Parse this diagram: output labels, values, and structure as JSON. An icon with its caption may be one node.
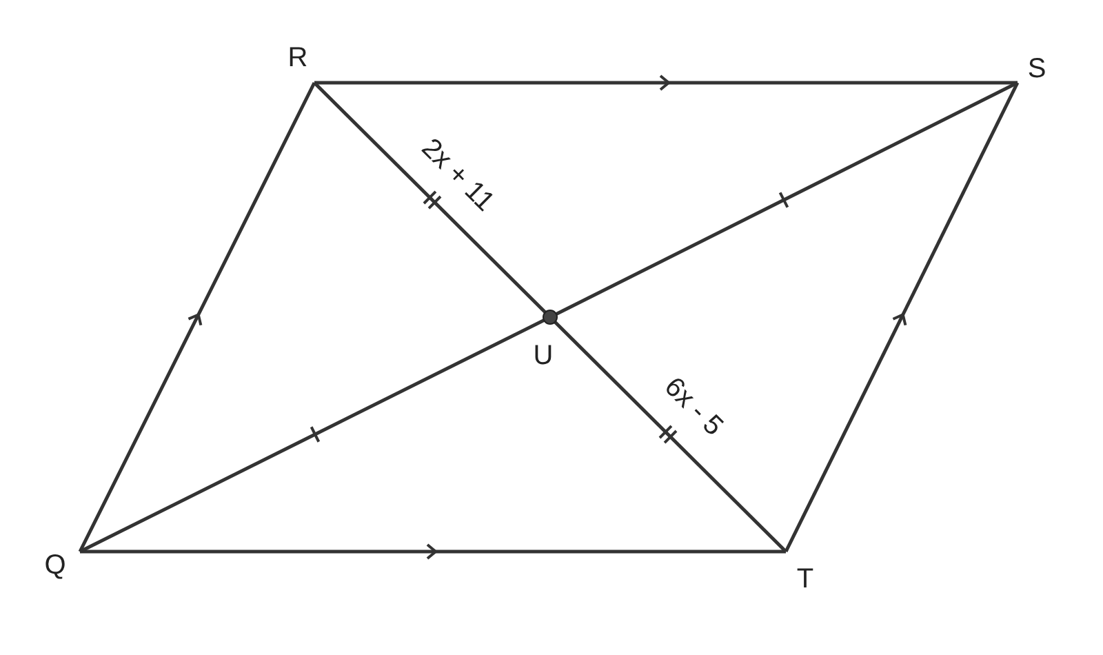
{
  "diagram": {
    "nodes": [
      {
        "text": [
          "R"
        ]
      },
      {
        "text": [
          "S"
        ]
      },
      {
        "text": [
          "Q"
        ]
      },
      {
        "text": [
          "T"
        ]
      },
      {
        "text": [
          "U"
        ]
      }
    ],
    "edges": [
      {
        "from": 0,
        "to": 1,
        "arrow": "to"
      },
      {
        "from": 2,
        "to": 0,
        "arrow": "to"
      },
      {
        "from": 2,
        "to": 3,
        "arrow": "to"
      },
      {
        "from": 3,
        "to": 1,
        "arrow": "to"
      },
      {
        "from": 0,
        "to": 4,
        "arrow": "none",
        "label": "2x + 11"
      },
      {
        "from": 4,
        "to": 3,
        "arrow": "none",
        "label": "6x - 5"
      },
      {
        "from": 2,
        "to": 4,
        "arrow": "none"
      },
      {
        "from": 4,
        "to": 1,
        "arrow": "none"
      }
    ]
  }
}
